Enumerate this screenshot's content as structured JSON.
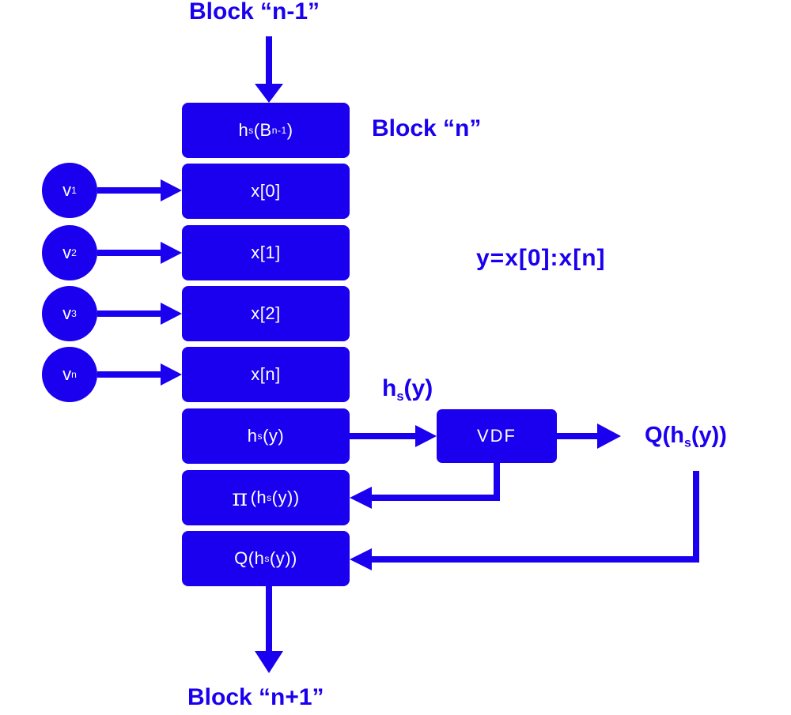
{
  "colors": {
    "primary": "#1a00ef",
    "text_on_box": "#ffffff",
    "background": "#ffffff"
  },
  "labels": {
    "block_prev": "Block “n-1”",
    "block_current": "Block “n”",
    "block_next": "Block “n+1”",
    "y_definition": "y=x[0]:x[n]",
    "hs_y_above_vdf": {
      "main": "h",
      "sub": "s",
      "rest": "(y)"
    },
    "q_output": {
      "prefix": "Q(h",
      "sub": "s",
      "rest": "(y))"
    }
  },
  "stack": {
    "header": {
      "main": "h",
      "sub": "s",
      "mid": "(B",
      "sub2": "n-1",
      "rest": ")"
    },
    "x_items": [
      "x[0]",
      "x[1]",
      "x[2]",
      "x[n]"
    ],
    "hash": {
      "main": "h",
      "sub": "s",
      "rest": "(y)"
    },
    "pi": {
      "symbol": "π",
      "prefix": "(h",
      "sub": "s",
      "rest": "(y))"
    },
    "q": {
      "prefix": "Q(h",
      "sub": "s",
      "rest": "(y))"
    }
  },
  "inputs": [
    {
      "main": "v",
      "sub": "1"
    },
    {
      "main": "v",
      "sub": "2"
    },
    {
      "main": "v",
      "sub": "3"
    },
    {
      "main": "v",
      "sub": "n"
    }
  ],
  "vdf": {
    "label": "VDF"
  }
}
